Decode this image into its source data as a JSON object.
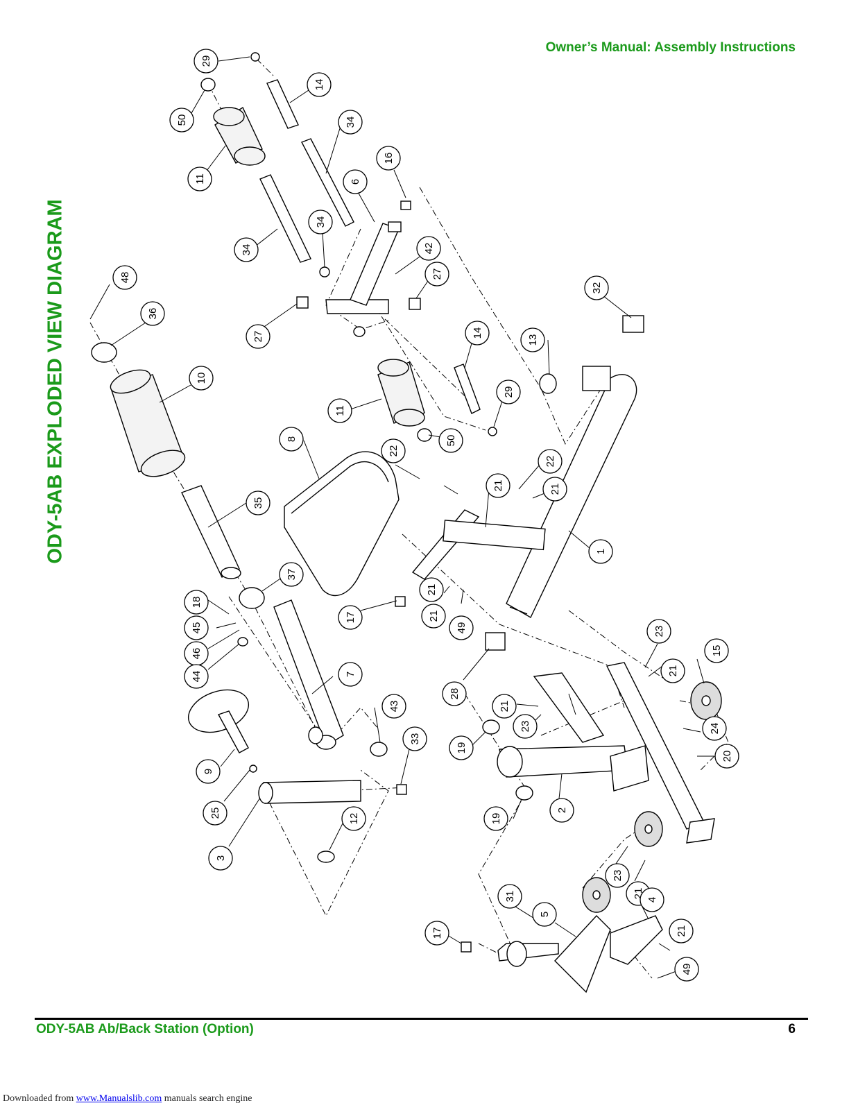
{
  "header": {
    "title": "Owner’s Manual: Assembly Instructions"
  },
  "side_title": "ODY-5AB EXPLODED VIEW DIAGRAM",
  "footer": {
    "left": "ODY-5AB Ab/Back Station (Option)",
    "page_number": "6"
  },
  "credit": {
    "prefix": "Downloaded from ",
    "link_text": "www.Manualslib.com",
    "suffix": " manuals search engine"
  },
  "callouts": [
    "29",
    "14",
    "50",
    "34",
    "11",
    "16",
    "6",
    "34",
    "34",
    "42",
    "27",
    "48",
    "36",
    "27",
    "10",
    "14",
    "11",
    "29",
    "50",
    "32",
    "13",
    "8",
    "22",
    "22",
    "21",
    "21",
    "21",
    "1",
    "35",
    "37",
    "18",
    "45",
    "46",
    "17",
    "21",
    "49",
    "44",
    "7",
    "28",
    "21",
    "23",
    "15",
    "43",
    "21",
    "23",
    "33",
    "19",
    "24",
    "20",
    "9",
    "25",
    "12",
    "3",
    "2",
    "19",
    "23",
    "21",
    "31",
    "5",
    "4",
    "21",
    "17",
    "49"
  ]
}
